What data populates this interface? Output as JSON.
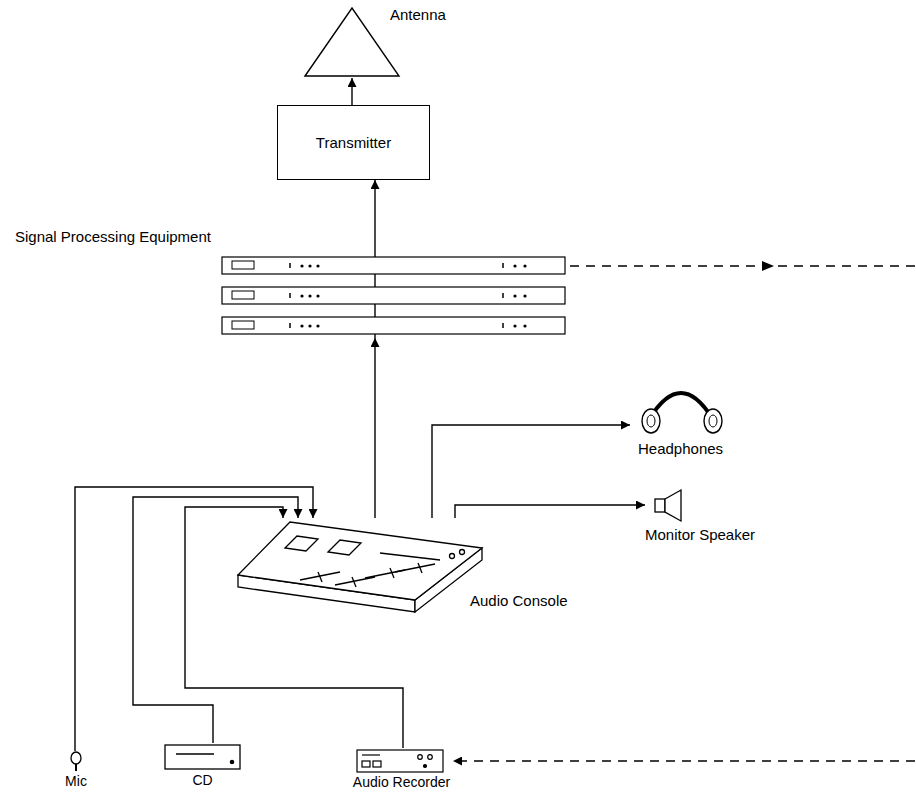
{
  "diagram": {
    "nodes": [
      {
        "text": [
          "Antenna"
        ]
      },
      {
        "text": [
          "Transmitter"
        ]
      },
      {
        "text": [
          "Signal Processing Equipment"
        ]
      },
      {
        "text": [
          "Audio Console"
        ]
      },
      {
        "text": [
          "Headphones"
        ]
      },
      {
        "text": [
          "Monitor Speaker"
        ]
      },
      {
        "text": [
          "Mic"
        ]
      },
      {
        "text": [
          "CD"
        ]
      },
      {
        "text": [
          "Audio Recorder"
        ]
      }
    ],
    "edges": [
      {
        "from": 1,
        "to": 0,
        "arrow": "to"
      },
      {
        "from": 2,
        "to": 1,
        "arrow": "to"
      },
      {
        "from": 3,
        "to": 2,
        "arrow": "to"
      },
      {
        "from": 3,
        "to": 4,
        "arrow": "to"
      },
      {
        "from": 3,
        "to": 5,
        "arrow": "to"
      },
      {
        "from": 6,
        "to": 3,
        "arrow": "to"
      },
      {
        "from": 7,
        "to": 3,
        "arrow": "to"
      },
      {
        "from": 8,
        "to": 3,
        "arrow": "to"
      },
      {
        "from": 2,
        "to": 8,
        "arrow": "to"
      }
    ]
  }
}
